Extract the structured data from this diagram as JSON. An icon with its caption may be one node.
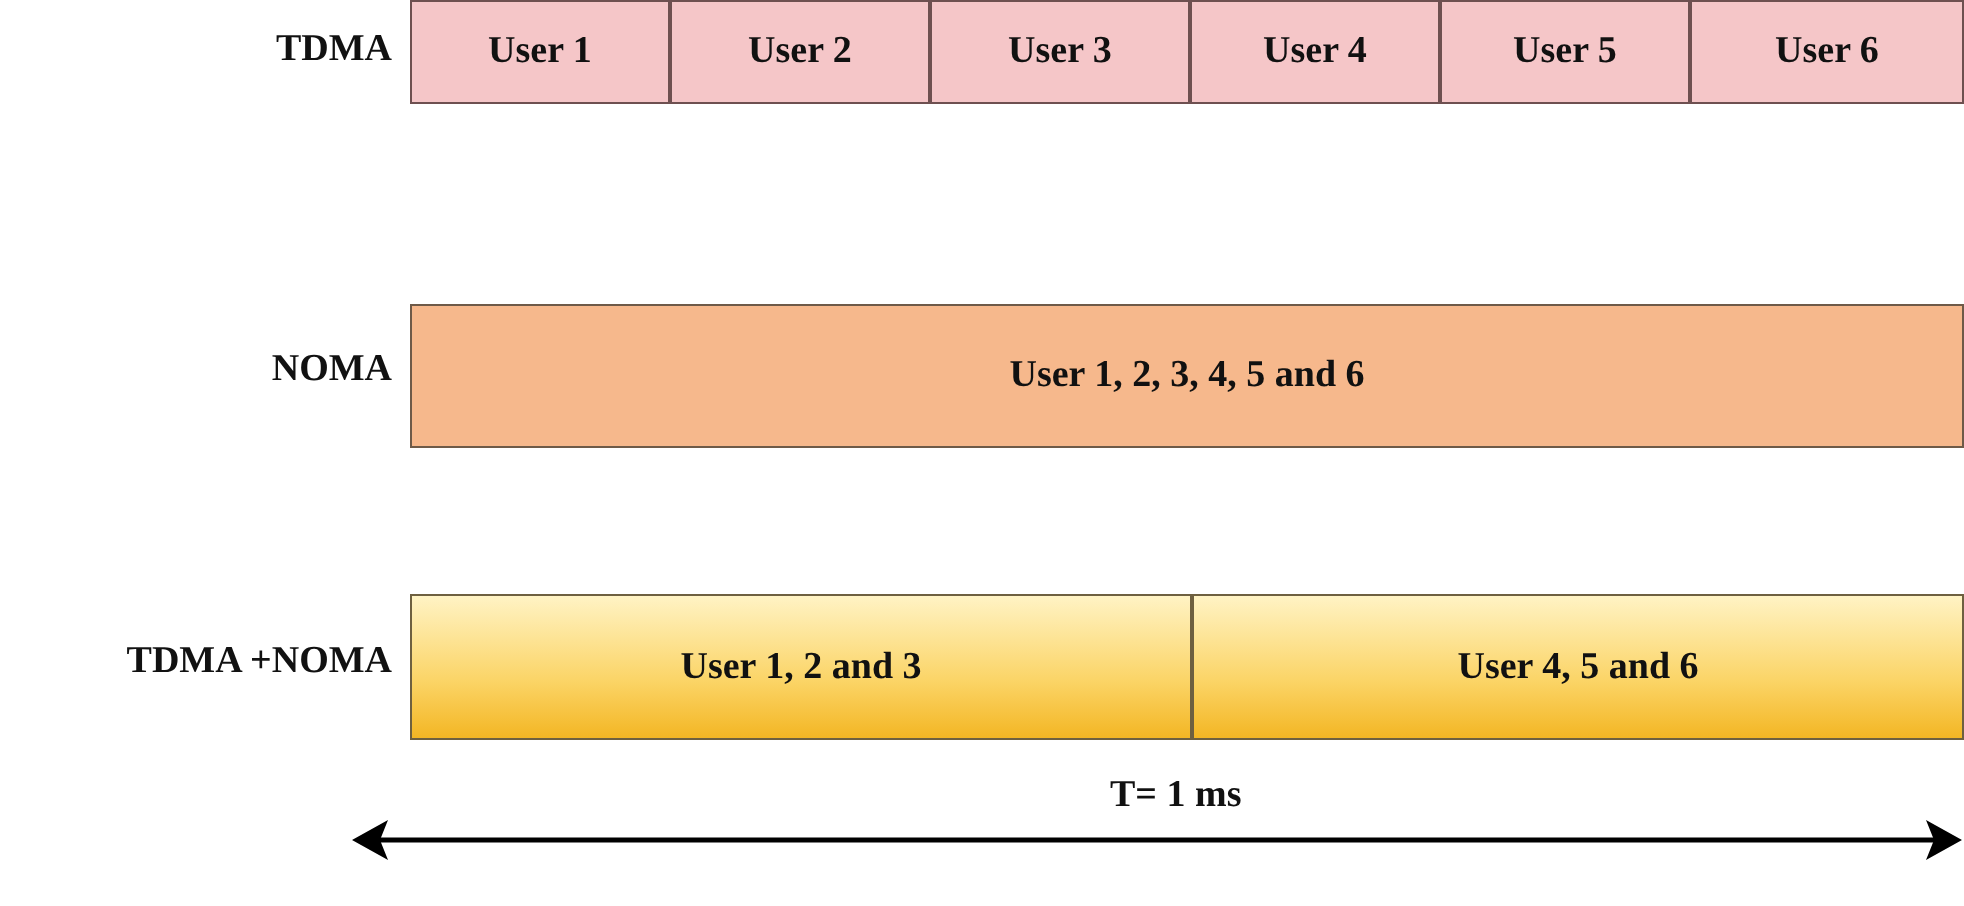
{
  "diagram": {
    "nodes": [
      {
        "text": [
          "User 1"
        ]
      },
      {
        "text": [
          "User 2"
        ]
      },
      {
        "text": [
          "User 3"
        ]
      },
      {
        "text": [
          "User 4"
        ]
      },
      {
        "text": [
          "User 5"
        ]
      },
      {
        "text": [
          "User 6"
        ]
      },
      {
        "text": [
          "User 1, 2, 3, 4, 5 and 6"
        ]
      },
      {
        "text": [
          "User 1, 2 and 3"
        ]
      },
      {
        "text": [
          "User 4, 5 and 6"
        ]
      }
    ],
    "labels": [
      "TDMA",
      "NOMA",
      "TDMA +NOMA",
      "T= 1 ms"
    ]
  }
}
